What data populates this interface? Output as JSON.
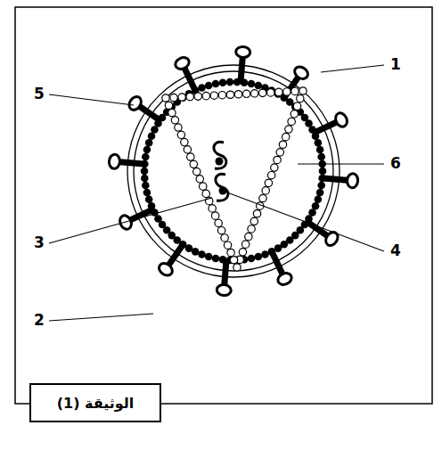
{
  "diagram": {
    "nodes": [
      {
        "text": [
          "الوثيقة (1)"
        ]
      }
    ],
    "labels": [
      "1",
      "5",
      "6",
      "3",
      "4",
      "2"
    ]
  }
}
